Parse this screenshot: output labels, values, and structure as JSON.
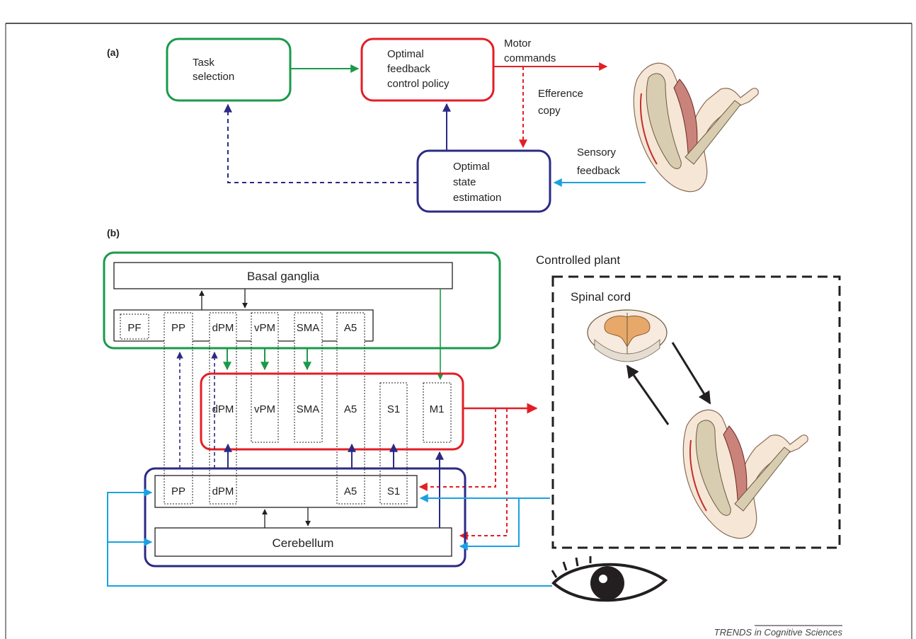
{
  "panel_a": {
    "label": "(a)",
    "task_selection": [
      "Task",
      "selection"
    ],
    "policy": [
      "Optimal",
      "feedback",
      "control policy"
    ],
    "state_estimation": [
      "Optimal",
      "state",
      "estimation"
    ],
    "motor_commands": [
      "Motor",
      "commands"
    ],
    "efference_copy": [
      "Efference",
      "copy"
    ],
    "sensory_feedback": [
      "Sensory",
      "feedback"
    ]
  },
  "panel_b": {
    "label": "(b)",
    "basal_ganglia": "Basal ganglia",
    "cerebellum": "Cerebellum",
    "cortical_areas_green": [
      "PF",
      "PP",
      "dPM",
      "vPM",
      "SMA",
      "A5"
    ],
    "cortical_areas_red": [
      "dPM",
      "vPM",
      "SMA",
      "A5",
      "S1",
      "M1"
    ],
    "cortical_areas_blue": [
      "PP",
      "dPM",
      "A5",
      "S1"
    ],
    "controlled_plant": "Controlled plant",
    "spinal_cord": "Spinal cord"
  },
  "credit": "TRENDS in Cognitive Sciences",
  "colors": {
    "green": "#1a9a4a",
    "red": "#e31e26",
    "blue": "#2b2a85",
    "cyan": "#1ba1e2",
    "black": "#231f20"
  }
}
